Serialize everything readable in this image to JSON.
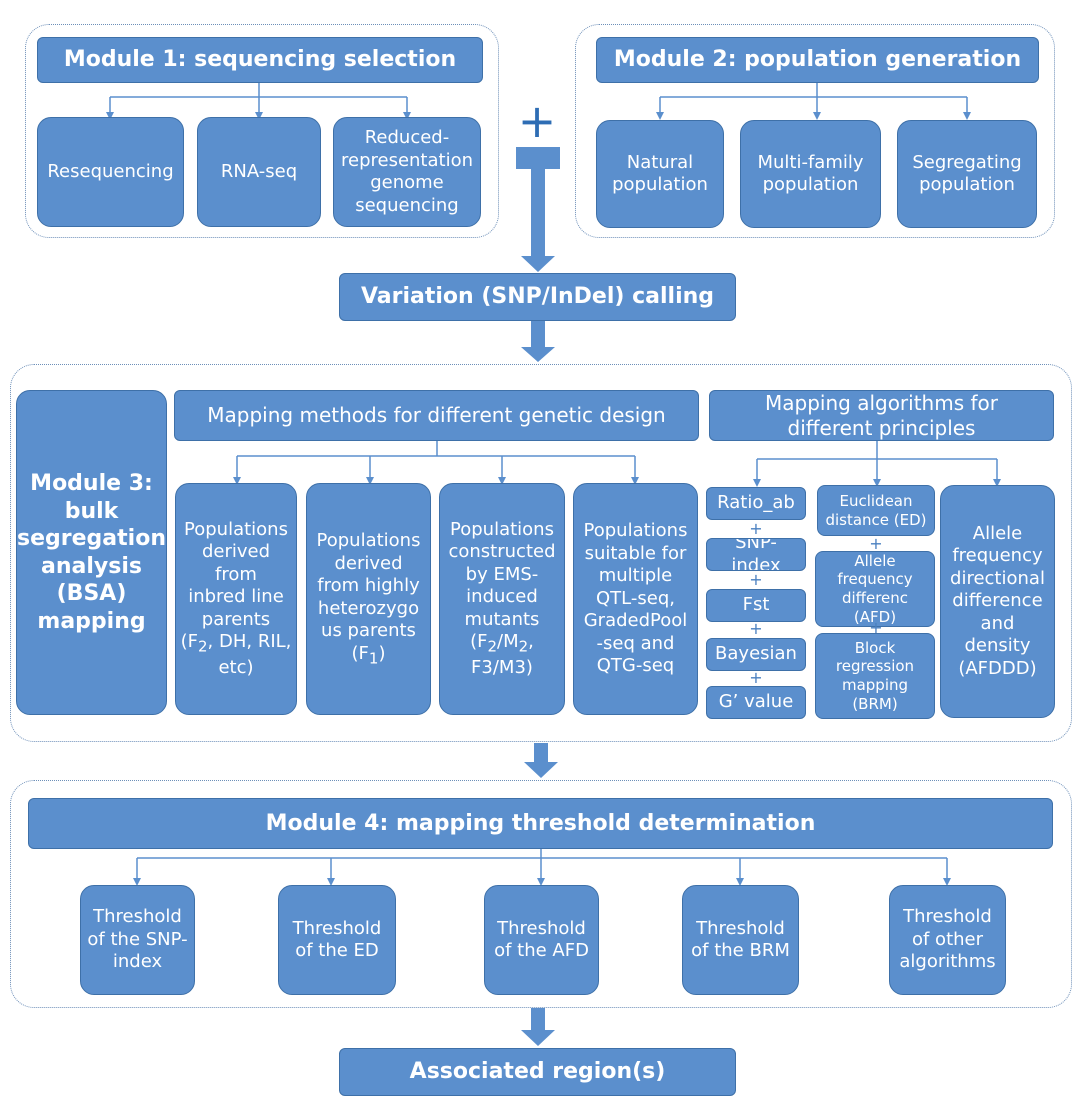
{
  "colors": {
    "box_fill": "#5b8fcd",
    "box_border": "#3e70a8",
    "arrow": "#5b8fcd",
    "group_border": "#6d8fb8"
  },
  "module1": {
    "title": "Module 1: sequencing selection",
    "items": [
      "Resequencing",
      "RNA-seq",
      "Reduced-\nrepresentation\ngenome\nsequencing"
    ]
  },
  "combine_symbol": "+",
  "module2": {
    "title": "Module 2: population generation",
    "items": [
      "Natural\npopulation",
      "Multi-family\npopulation",
      "Segregating\npopulation"
    ]
  },
  "variation_calling": "Variation (SNP/InDel) calling",
  "module3": {
    "title": "Module 3:\nbulk\nsegregation\nanalysis\n(BSA)\nmapping",
    "methods_title": "Mapping methods for different genetic design",
    "methods": [
      {
        "pre": "Populations\nderived\nfrom\ninbred line\nparents\n(F",
        "sub1": "2",
        "mid": ", DH, RIL,\netc)",
        "sub2": "",
        "post": ""
      },
      {
        "pre": "Populations\nderived\nfrom highly\nheterozygo\nus parents\n(F",
        "sub1": "1",
        "mid": ")",
        "sub2": "",
        "post": ""
      },
      {
        "pre": "Populations\nconstructed\nby EMS-\ninduced\nmutants\n(F",
        "sub1": "2",
        "mid": "/M",
        "sub2": "2",
        "post": ",\nF3/M3)"
      },
      {
        "pre": "Populations\nsuitable for\nmultiple\nQTL-seq,\nGradedPool\n-seq and\nQTG-seq",
        "sub1": "",
        "mid": "",
        "sub2": "",
        "post": ""
      }
    ],
    "algorithms_title": "Mapping algorithms for\ndifferent principles",
    "algorithms_col1": [
      "Ratio_ab",
      "SNP-index",
      "Fst",
      "Bayesian",
      "G’ value"
    ],
    "algorithms_col2": [
      "Euclidean\ndistance (ED)",
      "Allele\nfrequency\ndifferenc (AFD)",
      "Block\nregression\nmapping\n(BRM)"
    ],
    "algorithms_col3": "Allele\nfrequency\ndirectional\ndifference\nand\ndensity\n(AFDDD)",
    "plus": "+"
  },
  "module4": {
    "title": "Module 4: mapping threshold determination",
    "items": [
      "Threshold\nof the SNP-\nindex",
      "Threshold\nof the ED",
      "Threshold\nof the AFD",
      "Threshold\nof the BRM",
      "Threshold\nof other\nalgorithms"
    ]
  },
  "associated_regions": "Associated region(s)"
}
